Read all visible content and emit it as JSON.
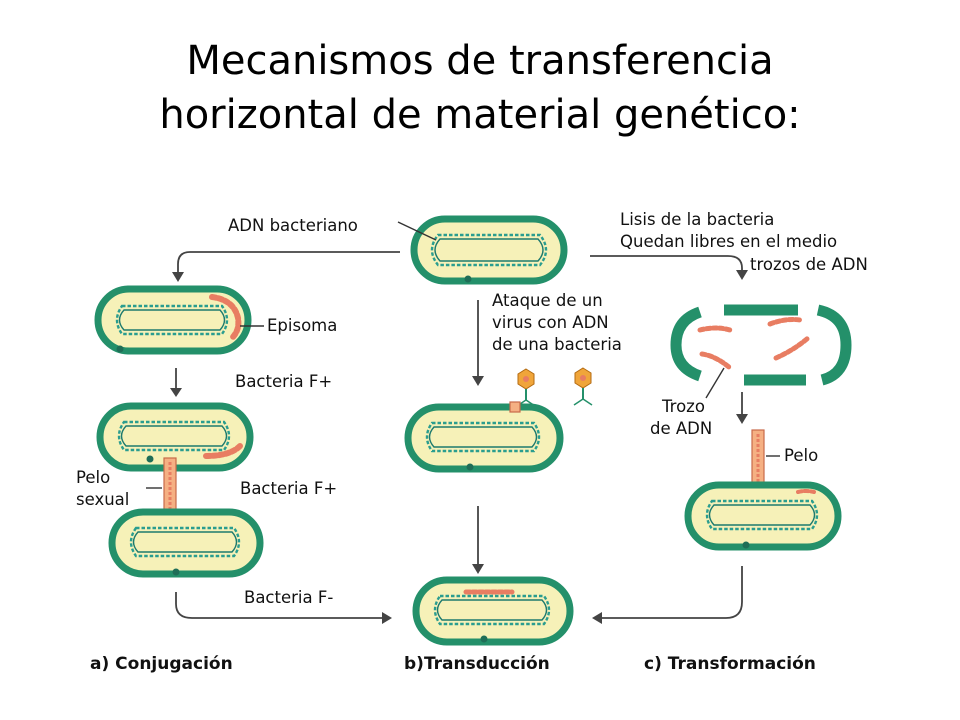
{
  "title": {
    "line1": "Mecanismos de transferencia",
    "line2": "horizontal de material genético:"
  },
  "labels": {
    "adn_bacteriano": "ADN bacteriano",
    "lisis_line1": "Lisis de la bacteria",
    "lisis_line2": "Quedan libres en el medio",
    "lisis_line3": "trozos de ADN",
    "episoma": "Episoma",
    "bacteria_f_plus_1": "Bacteria F+",
    "bacteria_f_plus_2": "Bacteria F+",
    "bacteria_f_minus": "Bacteria F-",
    "pelo_sexual_line1": "Pelo",
    "pelo_sexual_line2": "sexual",
    "ataque_line1": "Ataque de un",
    "ataque_line2": "virus con ADN",
    "ataque_line3": "de una bacteria",
    "trozo_line1": "Trozo",
    "trozo_line2": "de ADN",
    "pelo": "Pelo"
  },
  "captions": {
    "conjugacion": "a) Conjugación",
    "transduccion": "b)Transducción",
    "transformacion": "c) Transformación"
  },
  "colors": {
    "cell_fill": "#f6f1b8",
    "cell_wall": "#24906a",
    "dna": "#2a9d8f",
    "donor_dna": "#e87d62",
    "phage": "#f0a53a"
  }
}
